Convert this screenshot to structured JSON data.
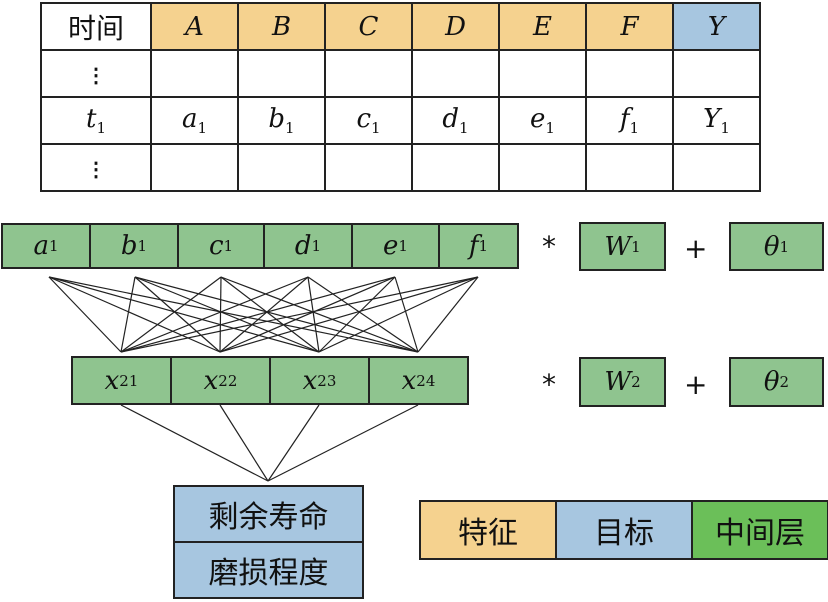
{
  "table": {
    "time_header": "时间",
    "feature_headers": [
      "A",
      "B",
      "C",
      "D",
      "E",
      "F"
    ],
    "target_header": "Y",
    "row_time": {
      "base": "t",
      "sub": "1"
    },
    "row_features": [
      {
        "base": "a",
        "sub": "1"
      },
      {
        "base": "b",
        "sub": "1"
      },
      {
        "base": "c",
        "sub": "1"
      },
      {
        "base": "d",
        "sub": "1"
      },
      {
        "base": "e",
        "sub": "1"
      },
      {
        "base": "f",
        "sub": "1"
      }
    ],
    "row_target": {
      "base": "Y",
      "sub": "1"
    },
    "ellipsis": "⋮"
  },
  "input_layer": [
    {
      "base": "a",
      "sub": "1"
    },
    {
      "base": "b",
      "sub": "1"
    },
    {
      "base": "c",
      "sub": "1"
    },
    {
      "base": "d",
      "sub": "1"
    },
    {
      "base": "e",
      "sub": "1"
    },
    {
      "base": "f",
      "sub": "1"
    }
  ],
  "hidden_layer": [
    {
      "base": "x",
      "sub": "21"
    },
    {
      "base": "x",
      "sub": "22"
    },
    {
      "base": "x",
      "sub": "23"
    },
    {
      "base": "x",
      "sub": "24"
    }
  ],
  "layer1_ops": {
    "mul": "*",
    "weight": {
      "base": "W",
      "sub": "1"
    },
    "plus": "+",
    "bias": {
      "base": "θ",
      "sub": "1"
    }
  },
  "layer2_ops": {
    "mul": "*",
    "weight": {
      "base": "W",
      "sub": "2"
    },
    "plus": "+",
    "bias": {
      "base": "θ",
      "sub": "2"
    }
  },
  "outputs": [
    "剩余寿命",
    "磨损程度"
  ],
  "legend": [
    "特征",
    "目标",
    "中间层"
  ],
  "colors": {
    "feature": "#f5d28f",
    "target": "#a7c6e0",
    "intermediate": "#8fc48f",
    "legend_intermediate": "#6bbf59"
  }
}
